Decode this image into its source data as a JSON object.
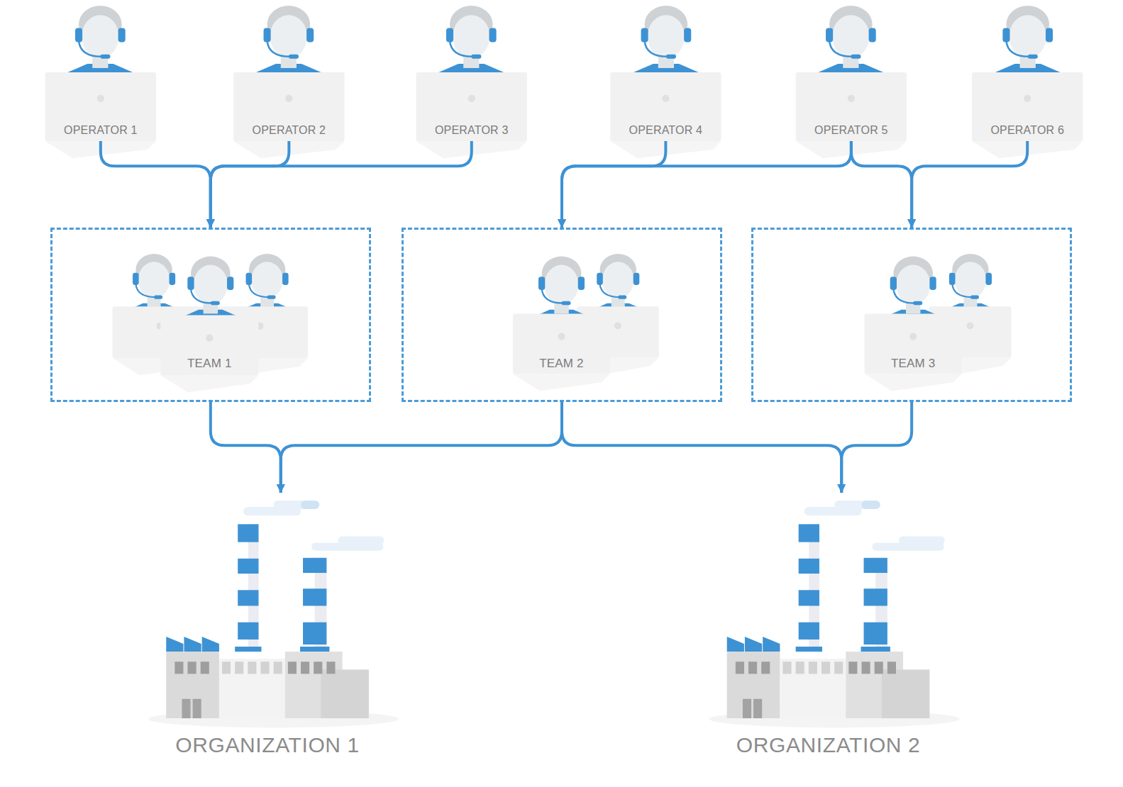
{
  "diagram": {
    "nodes": [
      {
        "text": [
          "OPERATOR 1"
        ]
      },
      {
        "text": [
          "OPERATOR 2"
        ]
      },
      {
        "text": [
          "OPERATOR 3"
        ]
      },
      {
        "text": [
          "OPERATOR 4"
        ]
      },
      {
        "text": [
          "OPERATOR 5"
        ]
      },
      {
        "text": [
          "OPERATOR 6"
        ]
      },
      {
        "text": [
          "TEAM 1"
        ]
      },
      {
        "text": [
          "TEAM 2"
        ]
      },
      {
        "text": [
          "TEAM 3"
        ]
      },
      {
        "text": [
          "ORGANIZATION 1"
        ]
      },
      {
        "text": [
          "ORGANIZATION 2"
        ]
      }
    ],
    "edges": [
      {
        "from": 0,
        "to": 6,
        "arrow": "to"
      },
      {
        "from": 1,
        "to": 6,
        "arrow": "to"
      },
      {
        "from": 2,
        "to": 6,
        "arrow": "to"
      },
      {
        "from": 3,
        "to": 7,
        "arrow": "to"
      },
      {
        "from": 4,
        "to": 7,
        "arrow": "to"
      },
      {
        "from": 4,
        "to": 8,
        "arrow": "to"
      },
      {
        "from": 5,
        "to": 8,
        "arrow": "to"
      },
      {
        "from": 6,
        "to": 9,
        "arrow": "to"
      },
      {
        "from": 7,
        "to": 9,
        "arrow": "to"
      },
      {
        "from": 7,
        "to": 10,
        "arrow": "to"
      },
      {
        "from": 8,
        "to": 10,
        "arrow": "to"
      }
    ]
  }
}
